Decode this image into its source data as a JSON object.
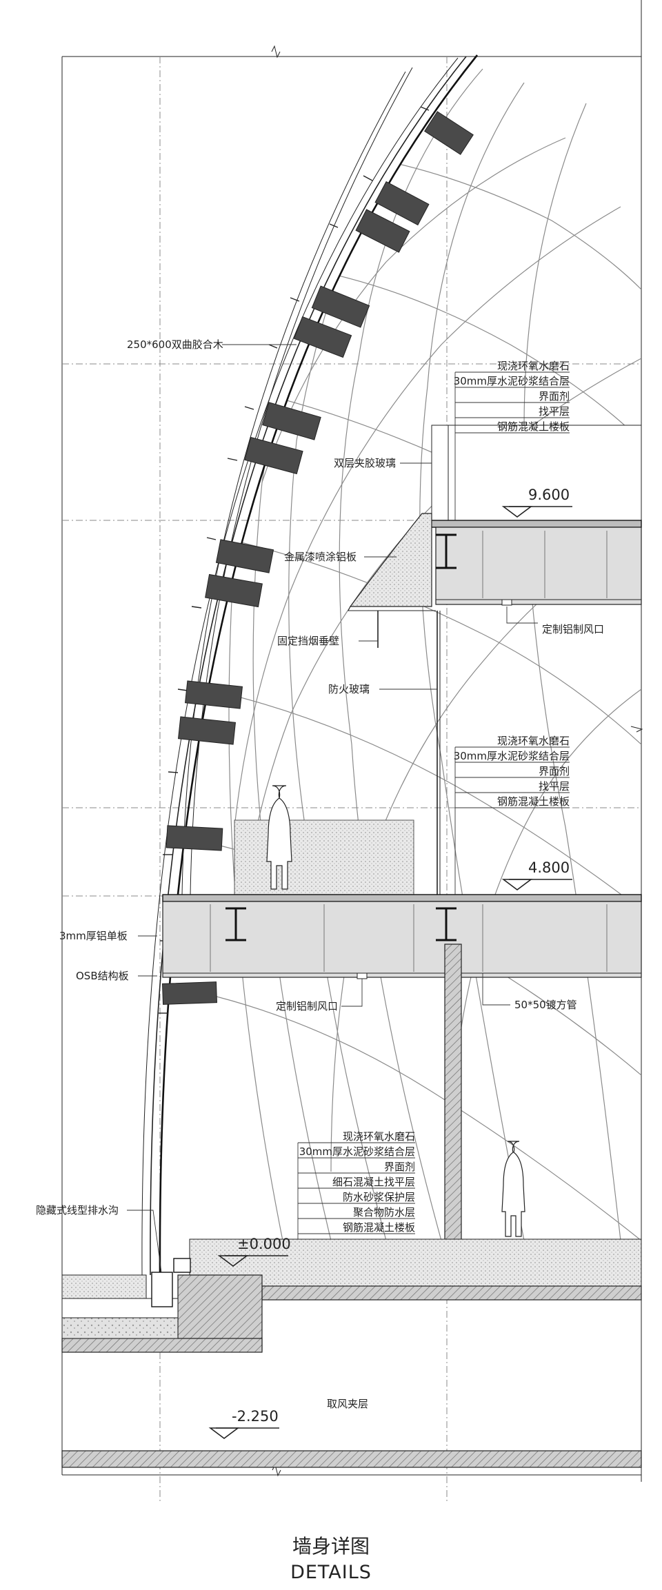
{
  "title": "墙身详图",
  "subtitle": "DETAILS",
  "elevations": [
    {
      "id": "el-9600",
      "label": "9.600"
    },
    {
      "id": "el-4800",
      "label": "4.800"
    },
    {
      "id": "el-0000",
      "label": "±0.000"
    },
    {
      "id": "el-m2250",
      "label": "-2.250"
    }
  ],
  "notes": {
    "glulam": "250*600双曲胶合木",
    "laminated_glass": "双层夹胶玻璃",
    "metal_panel": "金属漆喷涂铝板",
    "smoke_screen": "固定挡烟垂壁",
    "fire_glass": "防火玻璃",
    "vent_upper": "定制铝制风口",
    "vent_lower": "定制铝制风口",
    "al_sheet": "3mm厚铝单板",
    "osb": "OSB结构板",
    "steel_tube": "50*50镀方管",
    "drain": "隐藏式线型排水沟",
    "air_plenum": "取风夹层"
  },
  "floor_build_9600": [
    "现浇环氧水磨石",
    "30mm厚水泥砂浆结合层",
    "界面剂",
    "找平层",
    "钢筋混凝土楼板"
  ],
  "floor_build_4800": [
    "现浇环氧水磨石",
    "30mm厚水泥砂浆结合层",
    "界面剂",
    "找平层",
    "钢筋混凝土楼板"
  ],
  "floor_build_0000": [
    "现浇环氧水磨石",
    "30mm厚水泥砂浆结合层",
    "界面剂",
    "细石混凝土找平层",
    "防水砂浆保护层",
    "聚合物防水层",
    "钢筋混凝土楼板"
  ],
  "colors": {
    "line": "#222222",
    "slab": "#dcdcdc",
    "glulam": "#4a4a4a",
    "hatch": "#9a9a9a"
  }
}
